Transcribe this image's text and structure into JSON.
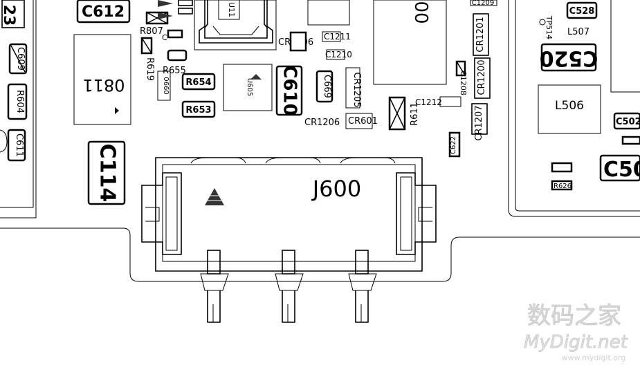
{
  "components": {
    "c612": "C612",
    "c114": "C114",
    "j600": "J600",
    "c610": "C610",
    "c520": "C520",
    "l506": "L506",
    "l507": "L507",
    "c528": "C528",
    "c669": "C669",
    "r654": "R654",
    "r653": "R653",
    "r655": "R655",
    "r807": "R807",
    "r619": "R619",
    "r611": "R611",
    "r604": "R604",
    "c611": "C611",
    "c609": "C609",
    "cr1206_top": "CR1206",
    "cr1205": "CR1205",
    "cr1201": "CR1201",
    "cr1200": "CR1200",
    "cr1207": "CR1207",
    "cr601": "CR601",
    "cr1206_mirror": "CR1206",
    "c1211": "C1211",
    "c1210": "C1210",
    "c1212": "C1212",
    "c0811": "0811",
    "u605": "U605",
    "u11": "U11",
    "c1208": "C1208",
    "c1209": "C1209",
    "tp514": "TP514",
    "c502": "C502",
    "c50": "C50",
    "r626": "R626",
    "c23": "23",
    "c00": "00",
    "c622": "C622"
  },
  "watermark": {
    "cn": "数码之家",
    "en": "MyDigit.net",
    "url": "www.mydigit.org"
  }
}
